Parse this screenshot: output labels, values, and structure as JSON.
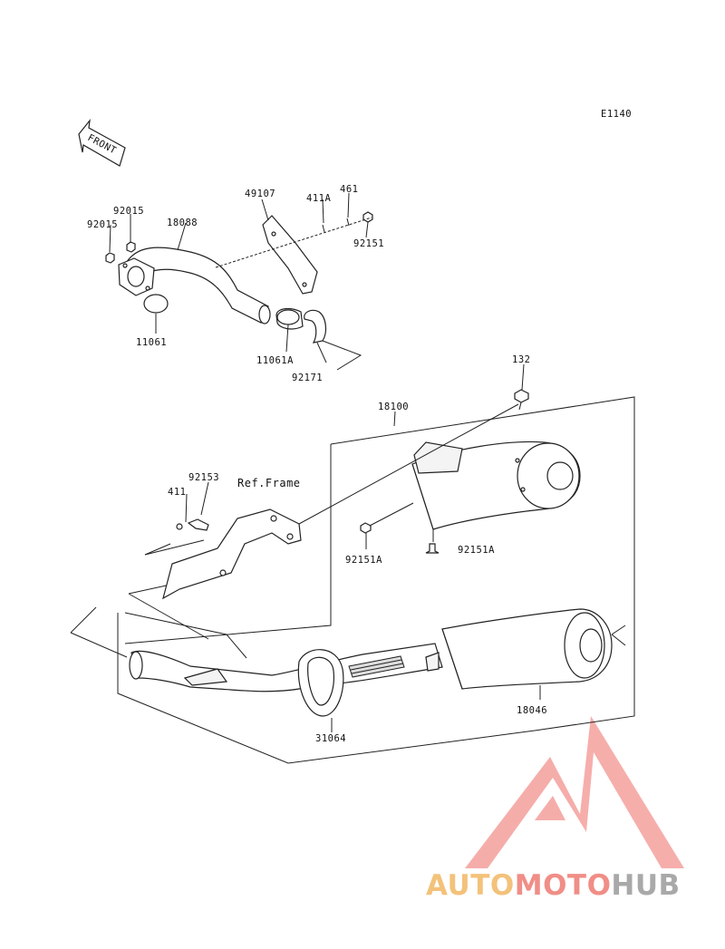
{
  "diagram_id": "E1140",
  "front_label": "FRONT",
  "ref_frame": "Ref.Frame",
  "callouts": {
    "p49107": "49107",
    "p411a": "411A",
    "p461": "461",
    "p92015a": "92015",
    "p92015b": "92015",
    "p18088": "18088",
    "p92151": "92151",
    "p11061": "11061",
    "p11061a": "11061A",
    "p92171": "92171",
    "p132": "132",
    "p18100": "18100",
    "p92153": "92153",
    "p411": "411",
    "p92151a_1": "92151A",
    "p92151a_2": "92151A",
    "p18046": "18046",
    "p31064": "31064"
  },
  "watermark": {
    "part1": "AUTO",
    "part2": "MOTO",
    "part3": "HUB",
    "color1": "#f3c27a",
    "color2": "#f08e87",
    "color3": "#a9a9a9"
  }
}
